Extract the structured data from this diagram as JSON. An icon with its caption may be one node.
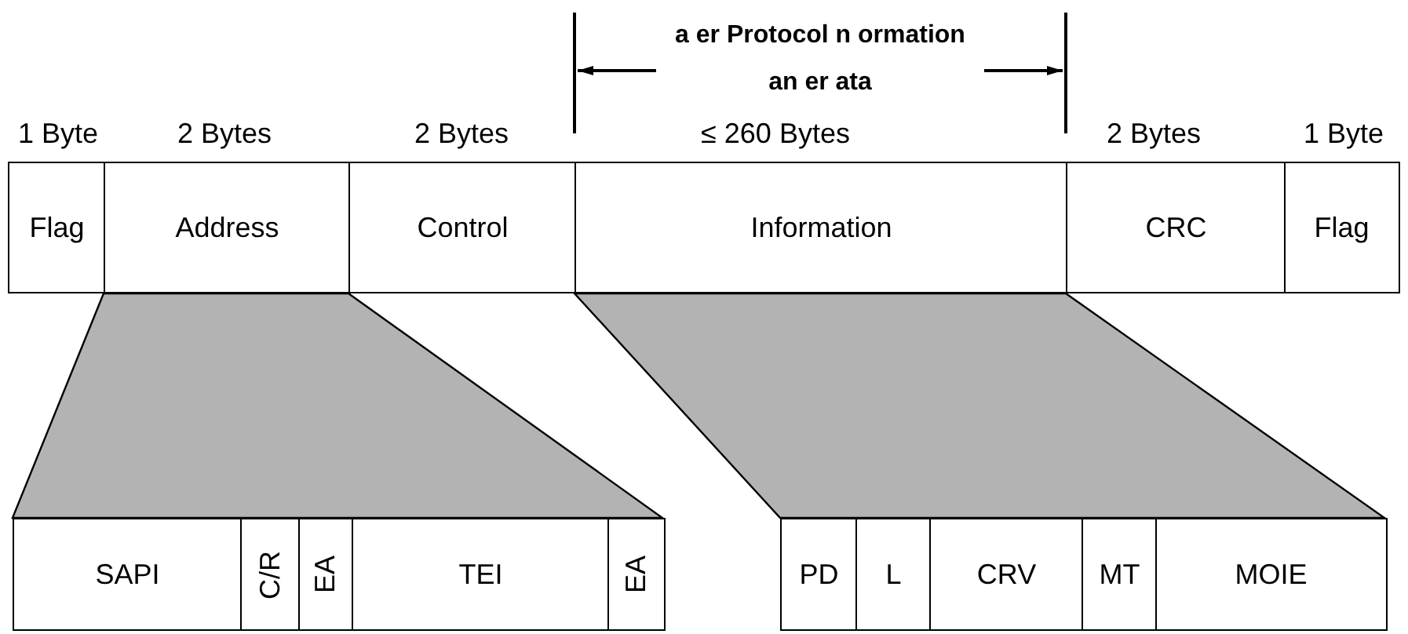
{
  "diagram": {
    "nodes": [
      {
        "text": [
          "Flag"
        ],
        "beside": [
          "1 Byte"
        ]
      },
      {
        "text": [
          "Address"
        ],
        "beside": [
          "2 Bytes"
        ]
      },
      {
        "text": [
          "Control"
        ],
        "beside": [
          "2 Bytes"
        ]
      },
      {
        "text": [
          "Information"
        ],
        "beside": [
          "≤ 260 Bytes"
        ]
      },
      {
        "text": [
          "CRC"
        ],
        "beside": [
          "2 Bytes"
        ]
      },
      {
        "text": [
          "Flag"
        ],
        "beside": [
          "1 Byte"
        ]
      },
      {
        "text": [
          "SAPI"
        ]
      },
      {
        "text": [
          "C/R"
        ]
      },
      {
        "text": [
          "EA"
        ]
      },
      {
        "text": [
          "TEI"
        ]
      },
      {
        "text": [
          "EA"
        ]
      },
      {
        "text": [
          "PD"
        ]
      },
      {
        "text": [
          "L"
        ]
      },
      {
        "text": [
          "CRV"
        ]
      },
      {
        "text": [
          "MT"
        ]
      },
      {
        "text": [
          "MOIE"
        ]
      }
    ],
    "edges": [],
    "labels": [
      "a er Protocol n ormation an er ata"
    ]
  }
}
